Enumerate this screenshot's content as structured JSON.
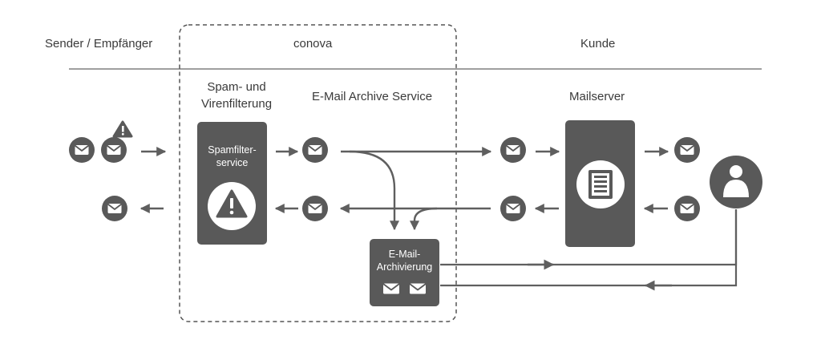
{
  "columns": {
    "left": "Sender / Empfänger",
    "middle": "conova",
    "right": "Kunde"
  },
  "sections": {
    "spam_title_line1": "Spam- und",
    "spam_title_line2": "Virenfilterung",
    "archive_service_title": "E-Mail Archive Service",
    "mailserver_title": "Mailserver"
  },
  "boxes": {
    "spamfilter_line1": "Spamfilter-",
    "spamfilter_line2": "service",
    "archiv_line1": "E-Mail-",
    "archiv_line2": "Archivierung"
  },
  "icons": {
    "envelope": "envelope-icon",
    "warning": "warning-icon",
    "server": "server-icon",
    "user": "user-icon"
  },
  "colors": {
    "dark": "#595959",
    "line": "#5f5f5f",
    "text": "#3a3a3a"
  }
}
